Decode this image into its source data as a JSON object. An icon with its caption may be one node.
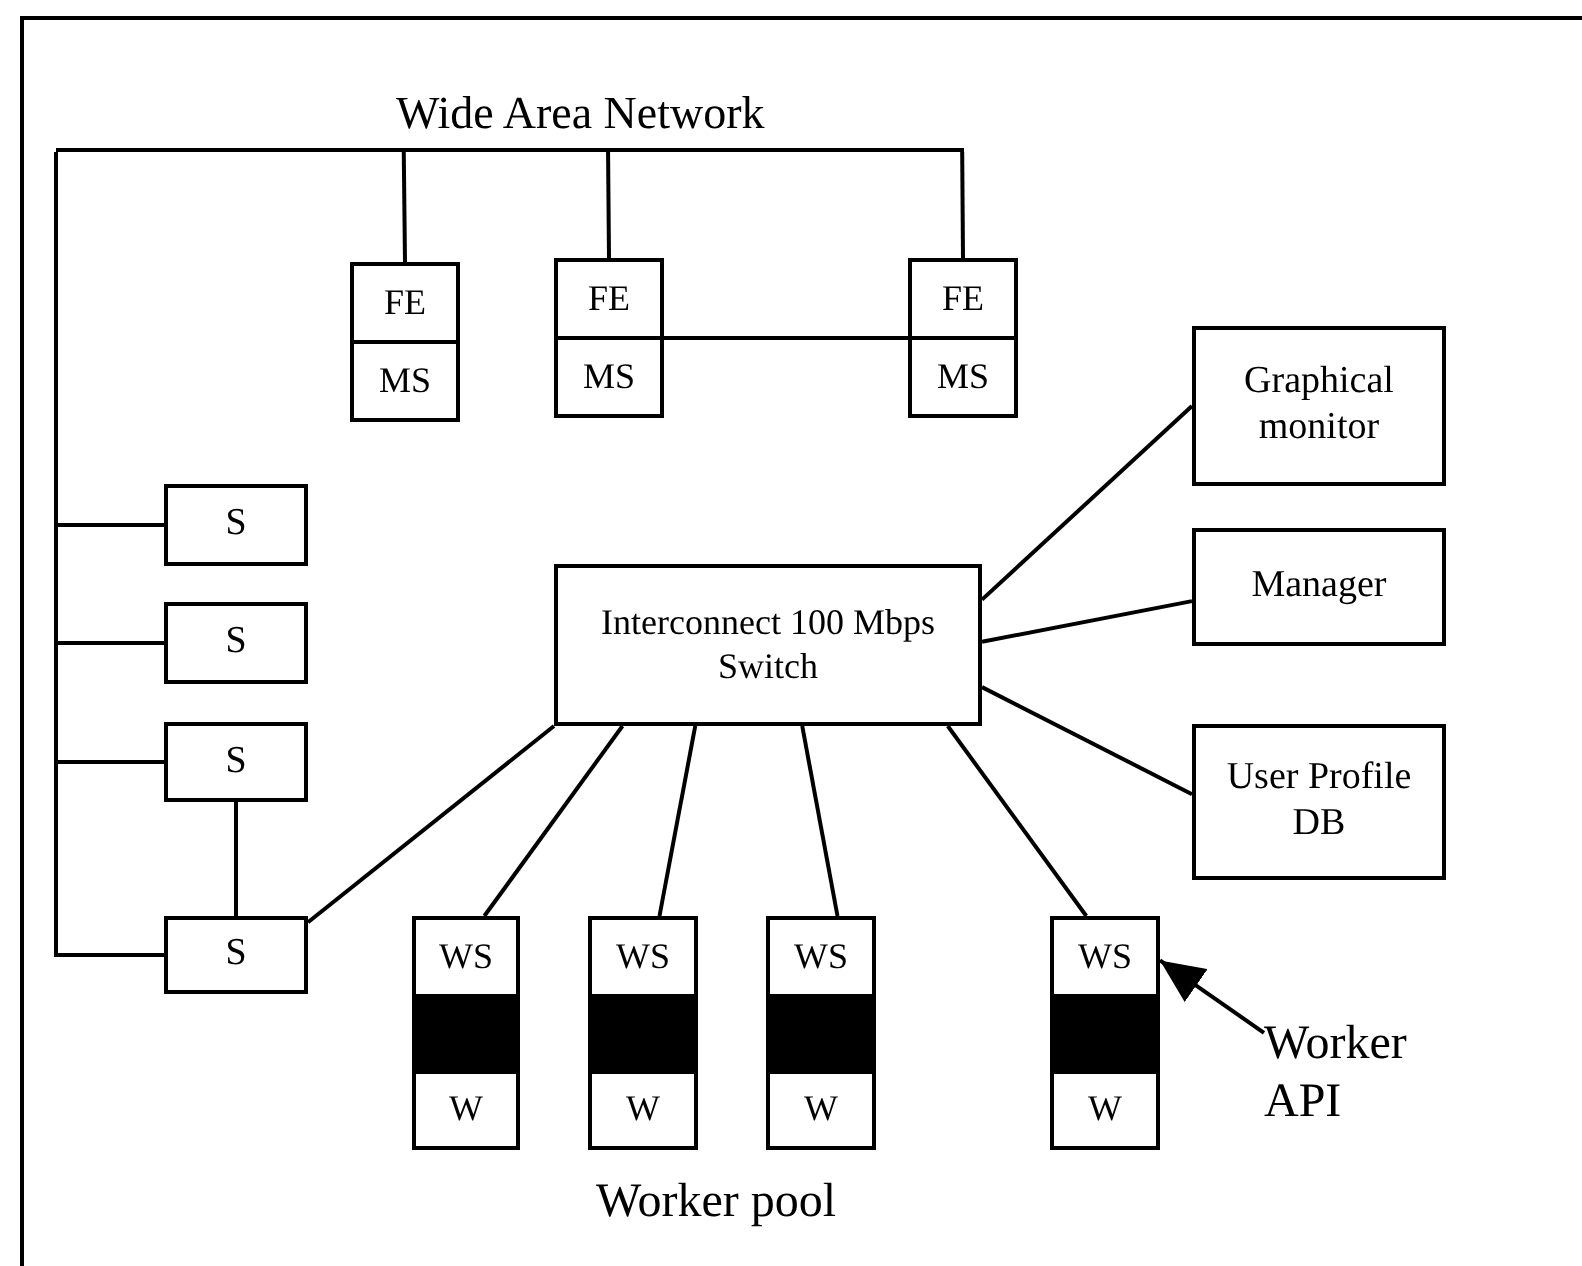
{
  "diagram": {
    "nodes": [
      {
        "text": [
          "Wide Area Network"
        ]
      },
      {
        "text": [
          "FE",
          "MS"
        ]
      },
      {
        "text": [
          "FE",
          "MS"
        ]
      },
      {
        "text": [
          "FE",
          "MS"
        ]
      },
      {
        "text": [
          "Graphical monitor"
        ]
      },
      {
        "text": [
          "S"
        ]
      },
      {
        "text": [
          "S"
        ]
      },
      {
        "text": [
          "Interconnect 100 Mbps Switch"
        ]
      },
      {
        "text": [
          "Manager"
        ]
      },
      {
        "text": [
          "S"
        ]
      },
      {
        "text": [
          "User Profile DB"
        ]
      },
      {
        "text": [
          "S"
        ]
      },
      {
        "text": [
          "WS",
          "W"
        ]
      },
      {
        "text": [
          "WS",
          "W"
        ]
      },
      {
        "text": [
          "WS",
          "W"
        ]
      },
      {
        "text": [
          "WS",
          "W"
        ]
      },
      {
        "text": [
          "Worker API"
        ]
      }
    ],
    "edges": [
      {
        "from": 0,
        "to": 1,
        "arrow": "none"
      },
      {
        "from": 0,
        "to": 2,
        "arrow": "none"
      },
      {
        "from": 0,
        "to": 3,
        "arrow": "none"
      },
      {
        "from": 2,
        "to": 3,
        "arrow": "none"
      },
      {
        "from": 0,
        "to": 5,
        "arrow": "none"
      },
      {
        "from": 0,
        "to": 6,
        "arrow": "none"
      },
      {
        "from": 0,
        "to": 9,
        "arrow": "none"
      },
      {
        "from": 0,
        "to": 11,
        "arrow": "none"
      },
      {
        "from": 9,
        "to": 11,
        "arrow": "none"
      },
      {
        "from": 7,
        "to": 11,
        "arrow": "none"
      },
      {
        "from": 7,
        "to": 12,
        "arrow": "none"
      },
      {
        "from": 7,
        "to": 13,
        "arrow": "none"
      },
      {
        "from": 7,
        "to": 14,
        "arrow": "none"
      },
      {
        "from": 7,
        "to": 15,
        "arrow": "none"
      },
      {
        "from": 7,
        "to": 4,
        "arrow": "none"
      },
      {
        "from": 7,
        "to": 8,
        "arrow": "none"
      },
      {
        "from": 7,
        "to": 10,
        "arrow": "none"
      },
      {
        "from": 16,
        "to": 15,
        "arrow": "to"
      }
    ],
    "labels": [
      "Worker pool"
    ]
  }
}
